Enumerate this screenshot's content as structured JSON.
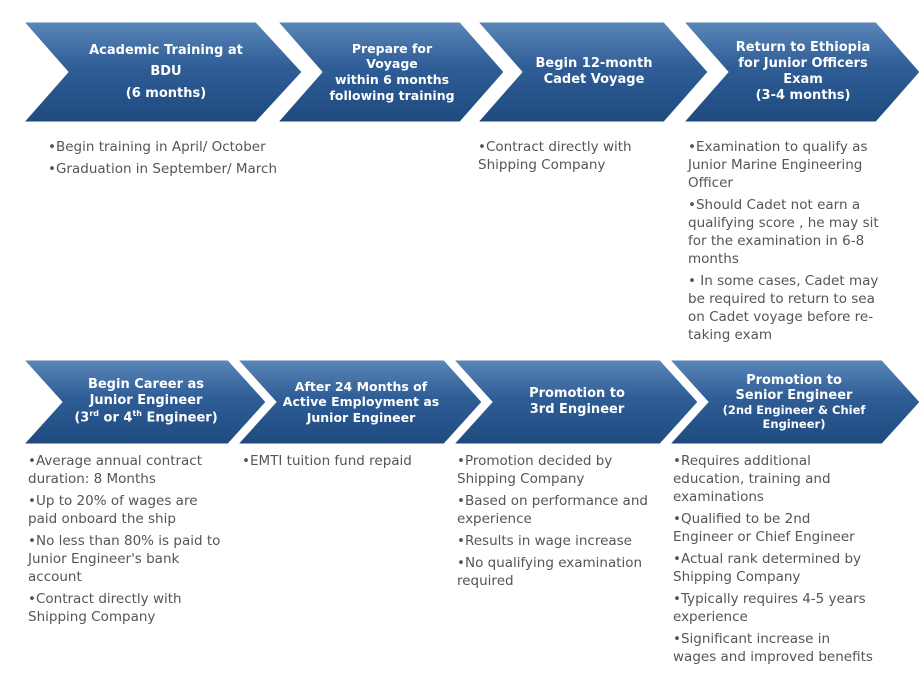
{
  "colors": {
    "chevron_top": "#5a86b8",
    "chevron_bottom": "#1e4a7f",
    "chevron_edge": "#ffffff",
    "text": "#555555"
  },
  "row1": {
    "step1": {
      "lines": [
        "Academic Training at BDU",
        "(6 months)"
      ],
      "bullets": [
        "Begin training in April/ October",
        "Graduation in September/ March"
      ]
    },
    "step2": {
      "lines": [
        "Prepare for Voyage",
        "within 6 months",
        "following training"
      ],
      "bullets": []
    },
    "step3": {
      "lines": [
        "Begin 12-month",
        "Cadet Voyage"
      ],
      "bullets": [
        "Contract directly with Shipping Company"
      ]
    },
    "step4": {
      "lines": [
        "Return to Ethiopia",
        "for Junior Officers",
        "Exam",
        "(3-4 months)"
      ],
      "bullets": [
        "Examination to qualify as Junior Marine Engineering Officer",
        "Should Cadet not earn a qualifying  score ,  he may sit for the examination in 6-8 months",
        " In some cases, Cadet may be required to return to sea on Cadet voyage before re-taking exam"
      ]
    }
  },
  "row2": {
    "step1": {
      "line1": "Begin Career as",
      "line2": "Junior Engineer",
      "line3": {
        "open": "(3",
        "sup1": "rd",
        "mid": " or 4",
        "sup2": "th",
        "close": " Engineer)"
      },
      "bullets": [
        "Average annual contract duration:  8 Months",
        "Up to 20% of  wages are paid onboard the ship",
        "No less than 80% is paid to Junior Engineer's bank account",
        "Contract directly with Shipping Company"
      ]
    },
    "step2": {
      "lines": [
        "After 24 Months of",
        "Active Employment as",
        "Junior Engineer"
      ],
      "bullets": [
        "EMTI tuition fund repaid"
      ]
    },
    "step3": {
      "lines": [
        "Promotion to",
        "3rd Engineer"
      ],
      "bullets": [
        "Promotion decided by Shipping Company",
        "Based on performance and experience",
        "Results in wage increase",
        "No qualifying examination required"
      ]
    },
    "step4": {
      "lines": [
        "Promotion to",
        "Senior Engineer",
        "(2nd Engineer & Chief",
        "Engineer)"
      ],
      "bullets": [
        "Requires additional education, training and examinations",
        "Qualified to be 2nd Engineer or Chief Engineer",
        "Actual rank determined by Shipping Company",
        "Typically requires 4-5 years experience",
        "Significant increase in wages and improved benefits"
      ]
    }
  }
}
